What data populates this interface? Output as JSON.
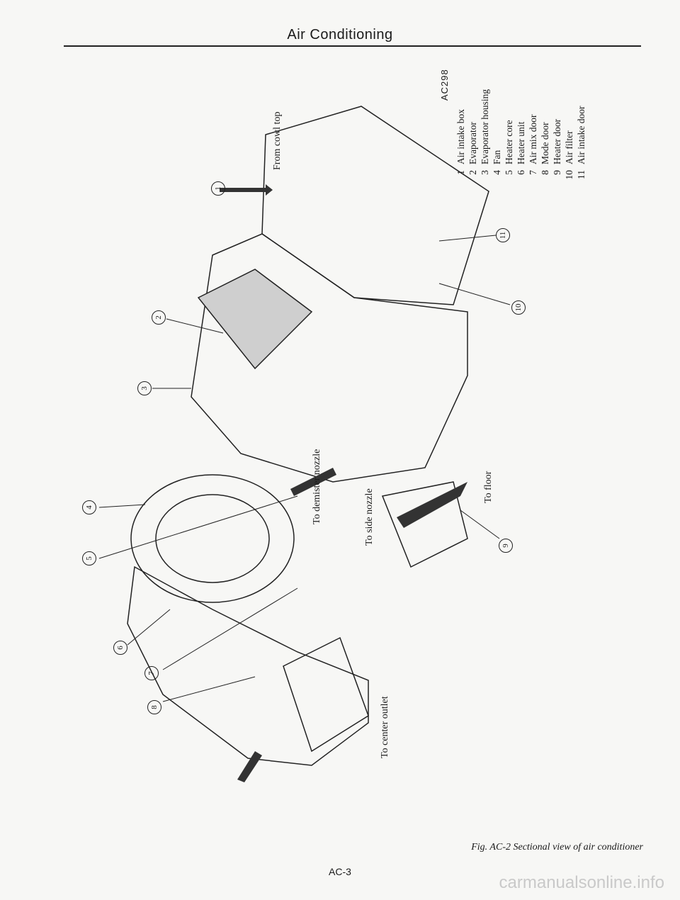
{
  "header": {
    "title": "Air Conditioning"
  },
  "figure": {
    "code": "AC298",
    "legend": [
      {
        "num": "1",
        "label": "Air intake box"
      },
      {
        "num": "2",
        "label": "Evaporator"
      },
      {
        "num": "3",
        "label": "Evaporator housing"
      },
      {
        "num": "4",
        "label": "Fan"
      },
      {
        "num": "5",
        "label": "Heater core"
      },
      {
        "num": "6",
        "label": "Heater unit"
      },
      {
        "num": "7",
        "label": "Air mix door"
      },
      {
        "num": "8",
        "label": "Mode door"
      },
      {
        "num": "9",
        "label": "Heater door"
      },
      {
        "num": "10",
        "label": "Air filter"
      },
      {
        "num": "11",
        "label": "Air intake door"
      }
    ],
    "flow_labels": {
      "from_cowl_top": "From cowl top",
      "to_demister": "To demister nozzle",
      "to_side": "To side nozzle",
      "to_floor": "To floor",
      "to_center": "To center outlet"
    },
    "callouts": [
      "1",
      "2",
      "3",
      "4",
      "5",
      "6",
      "7",
      "8",
      "9",
      "10",
      "11"
    ],
    "caption": "Fig. AC-2 Sectional view of air conditioner"
  },
  "footer": {
    "page_number": "AC-3",
    "watermark": "carmanualsonline.info"
  }
}
